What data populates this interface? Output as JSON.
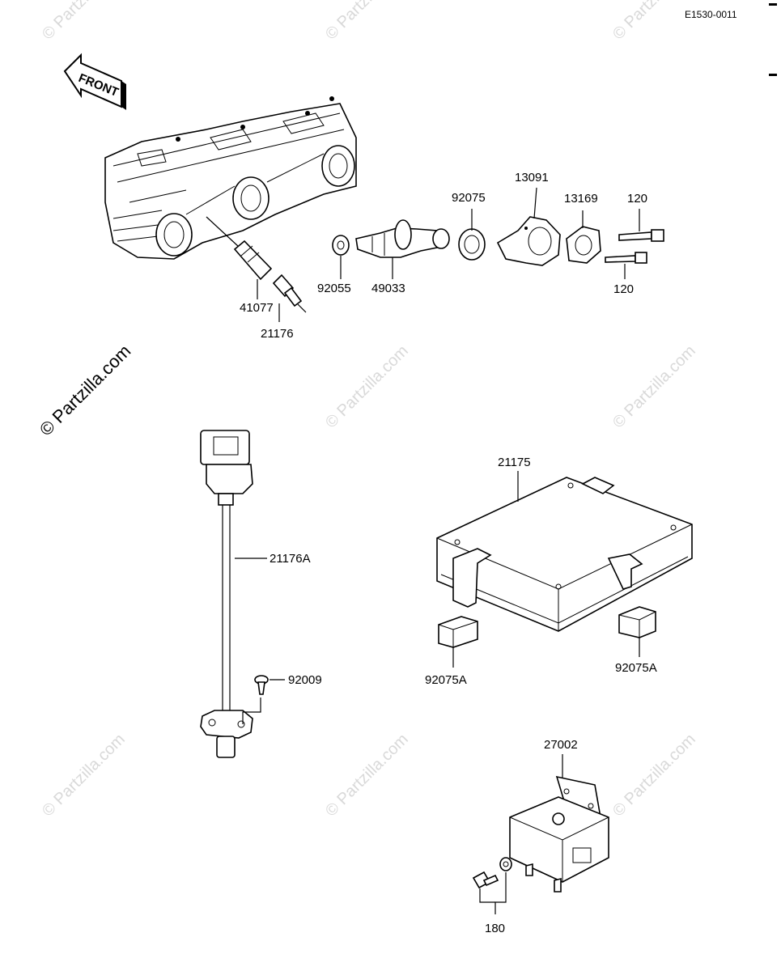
{
  "diagram_code": "E1530-0011",
  "front_label": "FRONT",
  "watermark_main": "© Partzilla.com",
  "watermark_faint": "© Partzilla.com",
  "parts": {
    "p41077": "41077",
    "p21176": "21176",
    "p92055": "92055",
    "p49033": "49033",
    "p92075": "92075",
    "p13091": "13091",
    "p13169": "13169",
    "p120a": "120",
    "p120b": "120",
    "p21176A": "21176A",
    "p92009": "92009",
    "p21175": "21175",
    "p92075A_left": "92075A",
    "p92075A_right": "92075A",
    "p27002": "27002",
    "p180": "180"
  }
}
